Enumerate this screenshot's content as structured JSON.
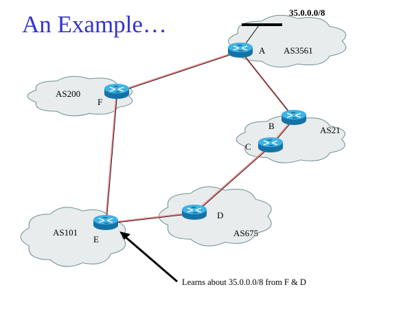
{
  "title": "An Example…",
  "colors": {
    "title": "#3333cc",
    "cloud_fill": "#e8ecec",
    "cloud_stroke": "#6e8c92",
    "link": "#f08a8a",
    "router_top": "#3fb2e6",
    "router_body": "#1373a8"
  },
  "prefix": "35.0.0.0/8",
  "clouds": [
    {
      "id": "as3561",
      "label": "AS3561"
    },
    {
      "id": "as200",
      "label": "AS200"
    },
    {
      "id": "as21",
      "label": "AS21"
    },
    {
      "id": "as675",
      "label": "AS675"
    },
    {
      "id": "as101",
      "label": "AS101"
    }
  ],
  "routers": [
    {
      "id": "A",
      "label": "A",
      "as": "AS3561"
    },
    {
      "id": "B",
      "label": "B",
      "as": "AS21"
    },
    {
      "id": "C",
      "label": "C",
      "as": "AS21"
    },
    {
      "id": "D",
      "label": "D",
      "as": "AS675"
    },
    {
      "id": "E",
      "label": "E",
      "as": "AS101"
    },
    {
      "id": "F",
      "label": "F",
      "as": "AS200"
    }
  ],
  "links": [
    {
      "from": "A",
      "to": "F"
    },
    {
      "from": "A",
      "to": "B"
    },
    {
      "from": "B",
      "to": "C"
    },
    {
      "from": "C",
      "to": "D"
    },
    {
      "from": "D",
      "to": "E"
    },
    {
      "from": "F",
      "to": "E"
    }
  ],
  "annotation": "Learns about 35.0.0.0/8 from F & D"
}
